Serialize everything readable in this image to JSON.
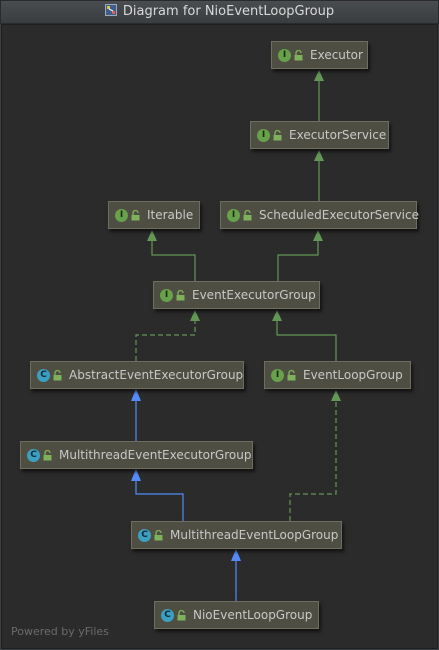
{
  "window": {
    "title": "Diagram for NioEventLoopGroup"
  },
  "nodes": {
    "executor": {
      "kind": "I",
      "label": "Executor"
    },
    "executor_service": {
      "kind": "I",
      "label": "ExecutorService"
    },
    "iterable": {
      "kind": "I",
      "label": "Iterable"
    },
    "scheduled_executor_service": {
      "kind": "I",
      "label": "ScheduledExecutorService"
    },
    "event_executor_group": {
      "kind": "I",
      "label": "EventExecutorGroup"
    },
    "abstract_event_executor_group": {
      "kind": "C",
      "label": "AbstractEventExecutorGroup"
    },
    "event_loop_group": {
      "kind": "I",
      "label": "EventLoopGroup"
    },
    "multithread_event_executor_group": {
      "kind": "C",
      "label": "MultithreadEventExecutorGroup"
    },
    "multithread_event_loop_group": {
      "kind": "C",
      "label": "MultithreadEventLoopGroup"
    },
    "nio_event_loop_group": {
      "kind": "C",
      "label": "NioEventLoopGroup"
    }
  },
  "edges": [
    {
      "from": "executor_service",
      "to": "executor",
      "type": "interface-extends"
    },
    {
      "from": "scheduled_executor_service",
      "to": "executor_service",
      "type": "interface-extends"
    },
    {
      "from": "event_executor_group",
      "to": "iterable",
      "type": "interface-extends"
    },
    {
      "from": "event_executor_group",
      "to": "scheduled_executor_service",
      "type": "interface-extends"
    },
    {
      "from": "abstract_event_executor_group",
      "to": "event_executor_group",
      "type": "implements"
    },
    {
      "from": "event_loop_group",
      "to": "event_executor_group",
      "type": "interface-extends"
    },
    {
      "from": "multithread_event_executor_group",
      "to": "abstract_event_executor_group",
      "type": "class-extends"
    },
    {
      "from": "multithread_event_loop_group",
      "to": "multithread_event_executor_group",
      "type": "class-extends"
    },
    {
      "from": "multithread_event_loop_group",
      "to": "event_loop_group",
      "type": "implements"
    },
    {
      "from": "nio_event_loop_group",
      "to": "multithread_event_loop_group",
      "type": "class-extends"
    }
  ],
  "footer": {
    "text": "Powered by yFiles"
  },
  "colors": {
    "interface_edge": "#629755",
    "class_edge": "#548af7",
    "interface_badge": "#67a14a",
    "class_badge": "#3c9fc1"
  }
}
